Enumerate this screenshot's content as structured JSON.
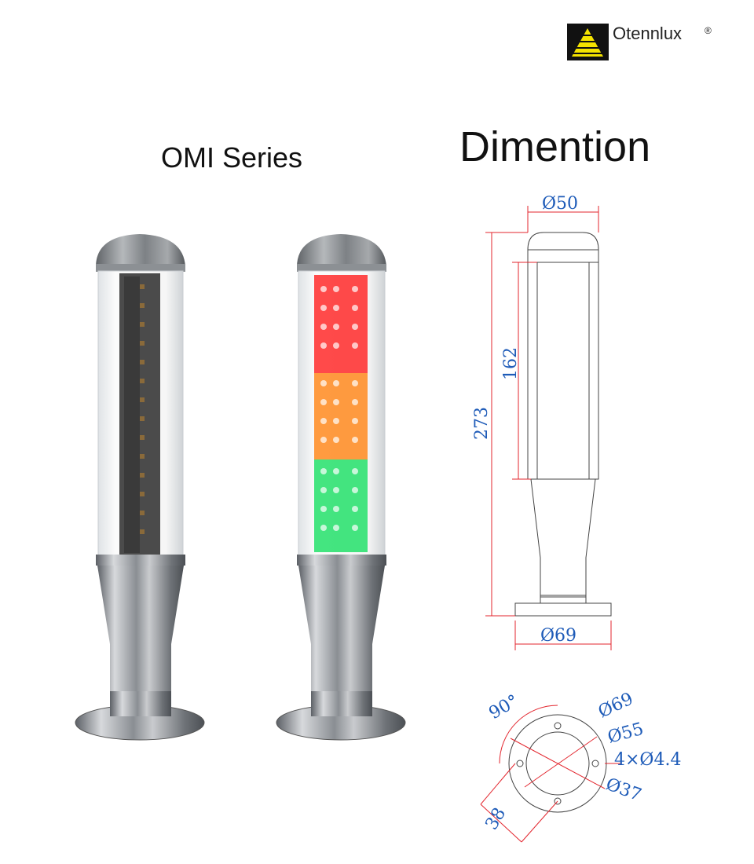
{
  "brand": {
    "name": "Otennlux",
    "registered": "®",
    "accent": "#f4e300"
  },
  "series_title": "OMI Series",
  "dimension_title": "Dimention",
  "dimensions": {
    "top_diameter": "Ø50",
    "total_height": "273",
    "light_height": "162",
    "base_diameter": "Ø69",
    "base_outer_diameter": "Ø69",
    "base_pcd": "Ø55",
    "holes": "4×Ø4.4",
    "inner_diameter": "Ø37",
    "angle": "90°",
    "offset": "38"
  },
  "colors": {
    "dimension_red": "#e3262e",
    "dimension_blue": "#1e5bb8",
    "led_red": "#ff2a2a",
    "led_amber": "#ff8a1e",
    "led_green": "#23e06a"
  },
  "products": [
    {
      "state": "off",
      "segments": []
    },
    {
      "state": "on",
      "segments": [
        "red",
        "amber",
        "green"
      ]
    }
  ]
}
